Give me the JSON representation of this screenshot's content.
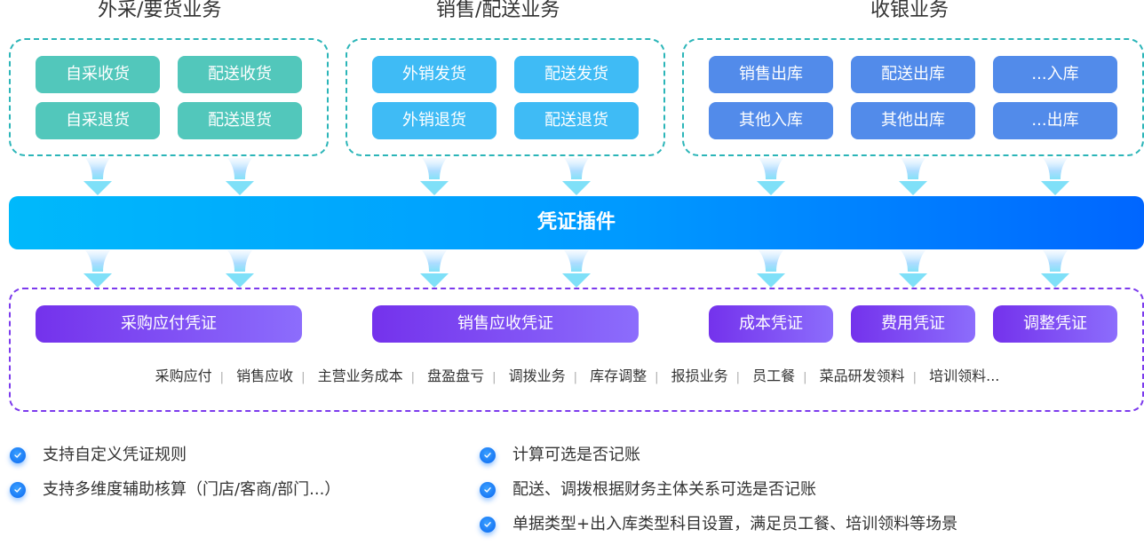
{
  "groups": [
    {
      "title": "外采/要货业务",
      "color": "#52c7bb",
      "items": [
        "自采收货",
        "配送收货",
        "自采退货",
        "配送退货"
      ]
    },
    {
      "title": "销售/配送业务",
      "color": "#3fbbf5",
      "items": [
        "外销发货",
        "配送发货",
        "外销退货",
        "配送退货"
      ]
    },
    {
      "title": "收银业务",
      "color": "#528bea",
      "items": [
        "销售出库",
        "配送出库",
        "...入库",
        "其他入库",
        "其他出库",
        "...出库"
      ]
    }
  ],
  "plugin": {
    "label": "凭证插件"
  },
  "vouchers": [
    "采购应付凭证",
    "销售应收凭证",
    "成本凭证",
    "费用凭证",
    "调整凭证"
  ],
  "business_types": [
    "采购应付",
    "销售应收",
    "主营业务成本",
    "盘盈盘亏",
    "调拨业务",
    "库存调整",
    "报损业务",
    "员工餐",
    "菜品研发领料",
    "培训领料..."
  ],
  "features_left": [
    "支持自定义凭证规则",
    "支持多维度辅助核算（门店/客商/部门...）"
  ],
  "features_right": [
    "计算可选是否记账",
    "配送、调拨根据财务主体关系可选是否记账",
    "单据类型+出入库类型科目设置，满足员工餐、培训领料等场景"
  ],
  "colors": {
    "group_border": "#2bb5b8",
    "voucher_border": "#7c3aed",
    "voucher_gradient_start": "#7432ec",
    "voucher_gradient_end": "#8c6dfc",
    "plugin_gradient_start": "#00b9fb",
    "plugin_gradient_end": "#0066ff"
  }
}
